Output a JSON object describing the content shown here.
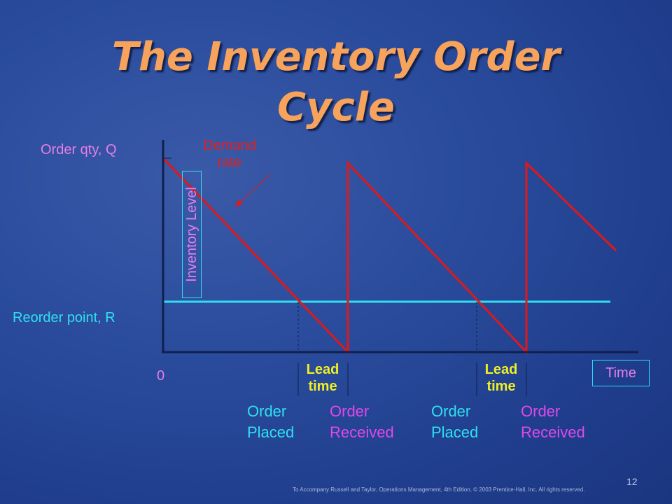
{
  "slide": {
    "title_line1": "The Inventory Order",
    "title_line2": "Cycle",
    "page_number": "12",
    "footer": "To Accompany Russell and Taylor, Operations Management, 4th Edition,  © 2003 Prentice-Hall, Inc. All rights reserved."
  },
  "diagram": {
    "y_axis_label": "Inventory Level",
    "x_axis_label": "Time",
    "origin_label": "0",
    "order_qty_label": "Order qty, Q",
    "reorder_point_label": "Reorder point, R",
    "demand_rate_label_line1": "Demand",
    "demand_rate_label_line2": "rate",
    "lead_time_label_line1": "Lead",
    "lead_time_label_line2": "time",
    "order_placed_line1": "Order",
    "order_placed_line2": "Placed",
    "order_received_line1": "Order",
    "order_received_line2": "Received",
    "colors": {
      "inventory_line": "#e01818",
      "reorder_line": "#2fe0f0",
      "axis": "#10204d",
      "title": "#f7a35c"
    }
  }
}
